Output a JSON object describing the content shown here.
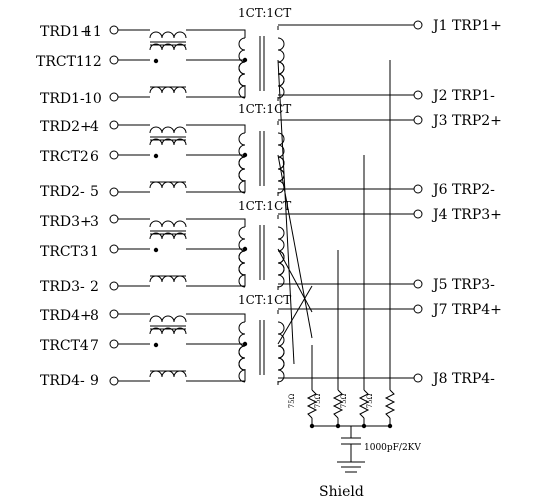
{
  "left_pins": [
    {
      "name": "TRD1+",
      "num": "11"
    },
    {
      "name": "TRCT1",
      "num": "12"
    },
    {
      "name": "TRD1-",
      "num": "10"
    },
    {
      "name": "TRD2+",
      "num": "4"
    },
    {
      "name": "TRCT2",
      "num": "6"
    },
    {
      "name": "TRD2-",
      "num": "5"
    },
    {
      "name": "TRD3+",
      "num": "3"
    },
    {
      "name": "TRCT3",
      "num": "1"
    },
    {
      "name": "TRD3-",
      "num": "2"
    },
    {
      "name": "TRD4+",
      "num": "8"
    },
    {
      "name": "TRCT4",
      "num": "7"
    },
    {
      "name": "TRD4-",
      "num": "9"
    }
  ],
  "right_pins": [
    {
      "name": "J1 TRP1+"
    },
    {
      "name": "J2 TRP1-"
    },
    {
      "name": "J3 TRP2+"
    },
    {
      "name": "J6 TRP2-"
    },
    {
      "name": "J4 TRP3+"
    },
    {
      "name": "J5 TRP3-"
    },
    {
      "name": "J7 TRP4+"
    },
    {
      "name": "J8 TRP4-"
    }
  ],
  "ratio_labels": [
    "1CT:1CT",
    "1CT:1CT",
    "1CT:1CT",
    "1CT:1CT"
  ],
  "resistor_labels": [
    "75Ω",
    "75Ω",
    "75Ω",
    "75Ω"
  ],
  "capacitor_label": "1000pF/2KV",
  "ground_label": "Shield"
}
